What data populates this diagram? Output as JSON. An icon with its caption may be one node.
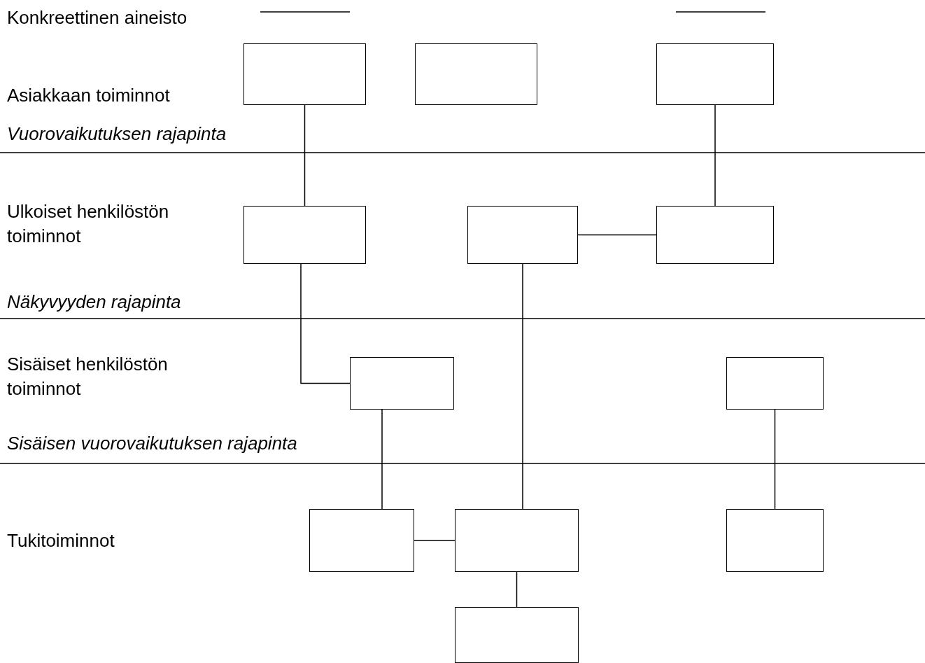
{
  "diagram": {
    "nodes": [
      {
        "text": [],
        "shape": "box"
      },
      {
        "text": [],
        "shape": "box"
      },
      {
        "text": [],
        "shape": "box"
      },
      {
        "text": [],
        "shape": "box"
      },
      {
        "text": [],
        "shape": "box"
      },
      {
        "text": [],
        "shape": "box"
      },
      {
        "text": [],
        "shape": "box"
      },
      {
        "text": [],
        "shape": "box"
      },
      {
        "text": [],
        "shape": "box"
      },
      {
        "text": [],
        "shape": "box"
      },
      {
        "text": [],
        "shape": "box"
      },
      {
        "text": [],
        "shape": "box"
      }
    ],
    "edges": [
      {
        "from": 0,
        "to": 3,
        "arrow": "none"
      },
      {
        "from": 2,
        "to": 5,
        "arrow": "none"
      },
      {
        "from": 4,
        "to": 5,
        "arrow": "none"
      },
      {
        "from": 3,
        "to": 6,
        "arrow": "none"
      },
      {
        "from": 4,
        "to": 9,
        "arrow": "none"
      },
      {
        "from": 6,
        "to": 8,
        "arrow": "none"
      },
      {
        "from": 7,
        "to": 10,
        "arrow": "none"
      },
      {
        "from": 8,
        "to": 9,
        "arrow": "none"
      },
      {
        "from": 9,
        "to": 11,
        "arrow": "none"
      }
    ],
    "labels": [
      "Konkreettinen aineisto",
      "Asiakkaan toiminnot",
      "Vuorovaikutuksen rajapinta",
      "Ulkoiset henkilöstön toiminnot",
      "Näkyvyyden rajapinta",
      "Sisäiset henkilöstön toiminnot",
      "Sisäisen vuorovaikutuksen rajapinta",
      "Tukitoiminnot"
    ]
  }
}
